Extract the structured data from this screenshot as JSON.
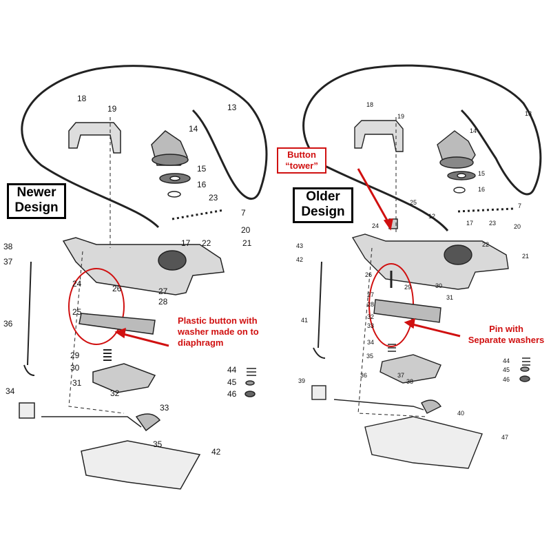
{
  "left": {
    "badge_line1": "Newer",
    "badge_line2": "Design",
    "note_line1": "Plastic button with",
    "note_line2": "washer made on to",
    "note_line3": "diaphragm",
    "parts": [
      "13",
      "14",
      "15",
      "16",
      "17",
      "18",
      "19",
      "20",
      "21",
      "22",
      "23",
      "7",
      "24",
      "25",
      "26",
      "27",
      "28",
      "29",
      "30",
      "31",
      "32",
      "33",
      "34",
      "35",
      "36",
      "37",
      "38",
      "42",
      "44",
      "45",
      "46"
    ]
  },
  "right": {
    "badge_line1": "Older",
    "badge_line2": "Design",
    "callout_line1": "Button",
    "callout_line2": "“tower”",
    "note_line1": "Pin with",
    "note_line2": "Separate washers",
    "parts": [
      "13",
      "14",
      "15",
      "16",
      "17",
      "18",
      "19",
      "20",
      "21",
      "22",
      "23",
      "7",
      "12",
      "24",
      "25",
      "26",
      "27",
      "28",
      "29",
      "30",
      "31",
      "32",
      "33",
      "34",
      "35",
      "36",
      "37",
      "38",
      "39",
      "40",
      "41",
      "42",
      "43",
      "44",
      "45",
      "46",
      "47"
    ]
  },
  "colors": {
    "accent_red": "#d01010",
    "line": "#222222"
  }
}
